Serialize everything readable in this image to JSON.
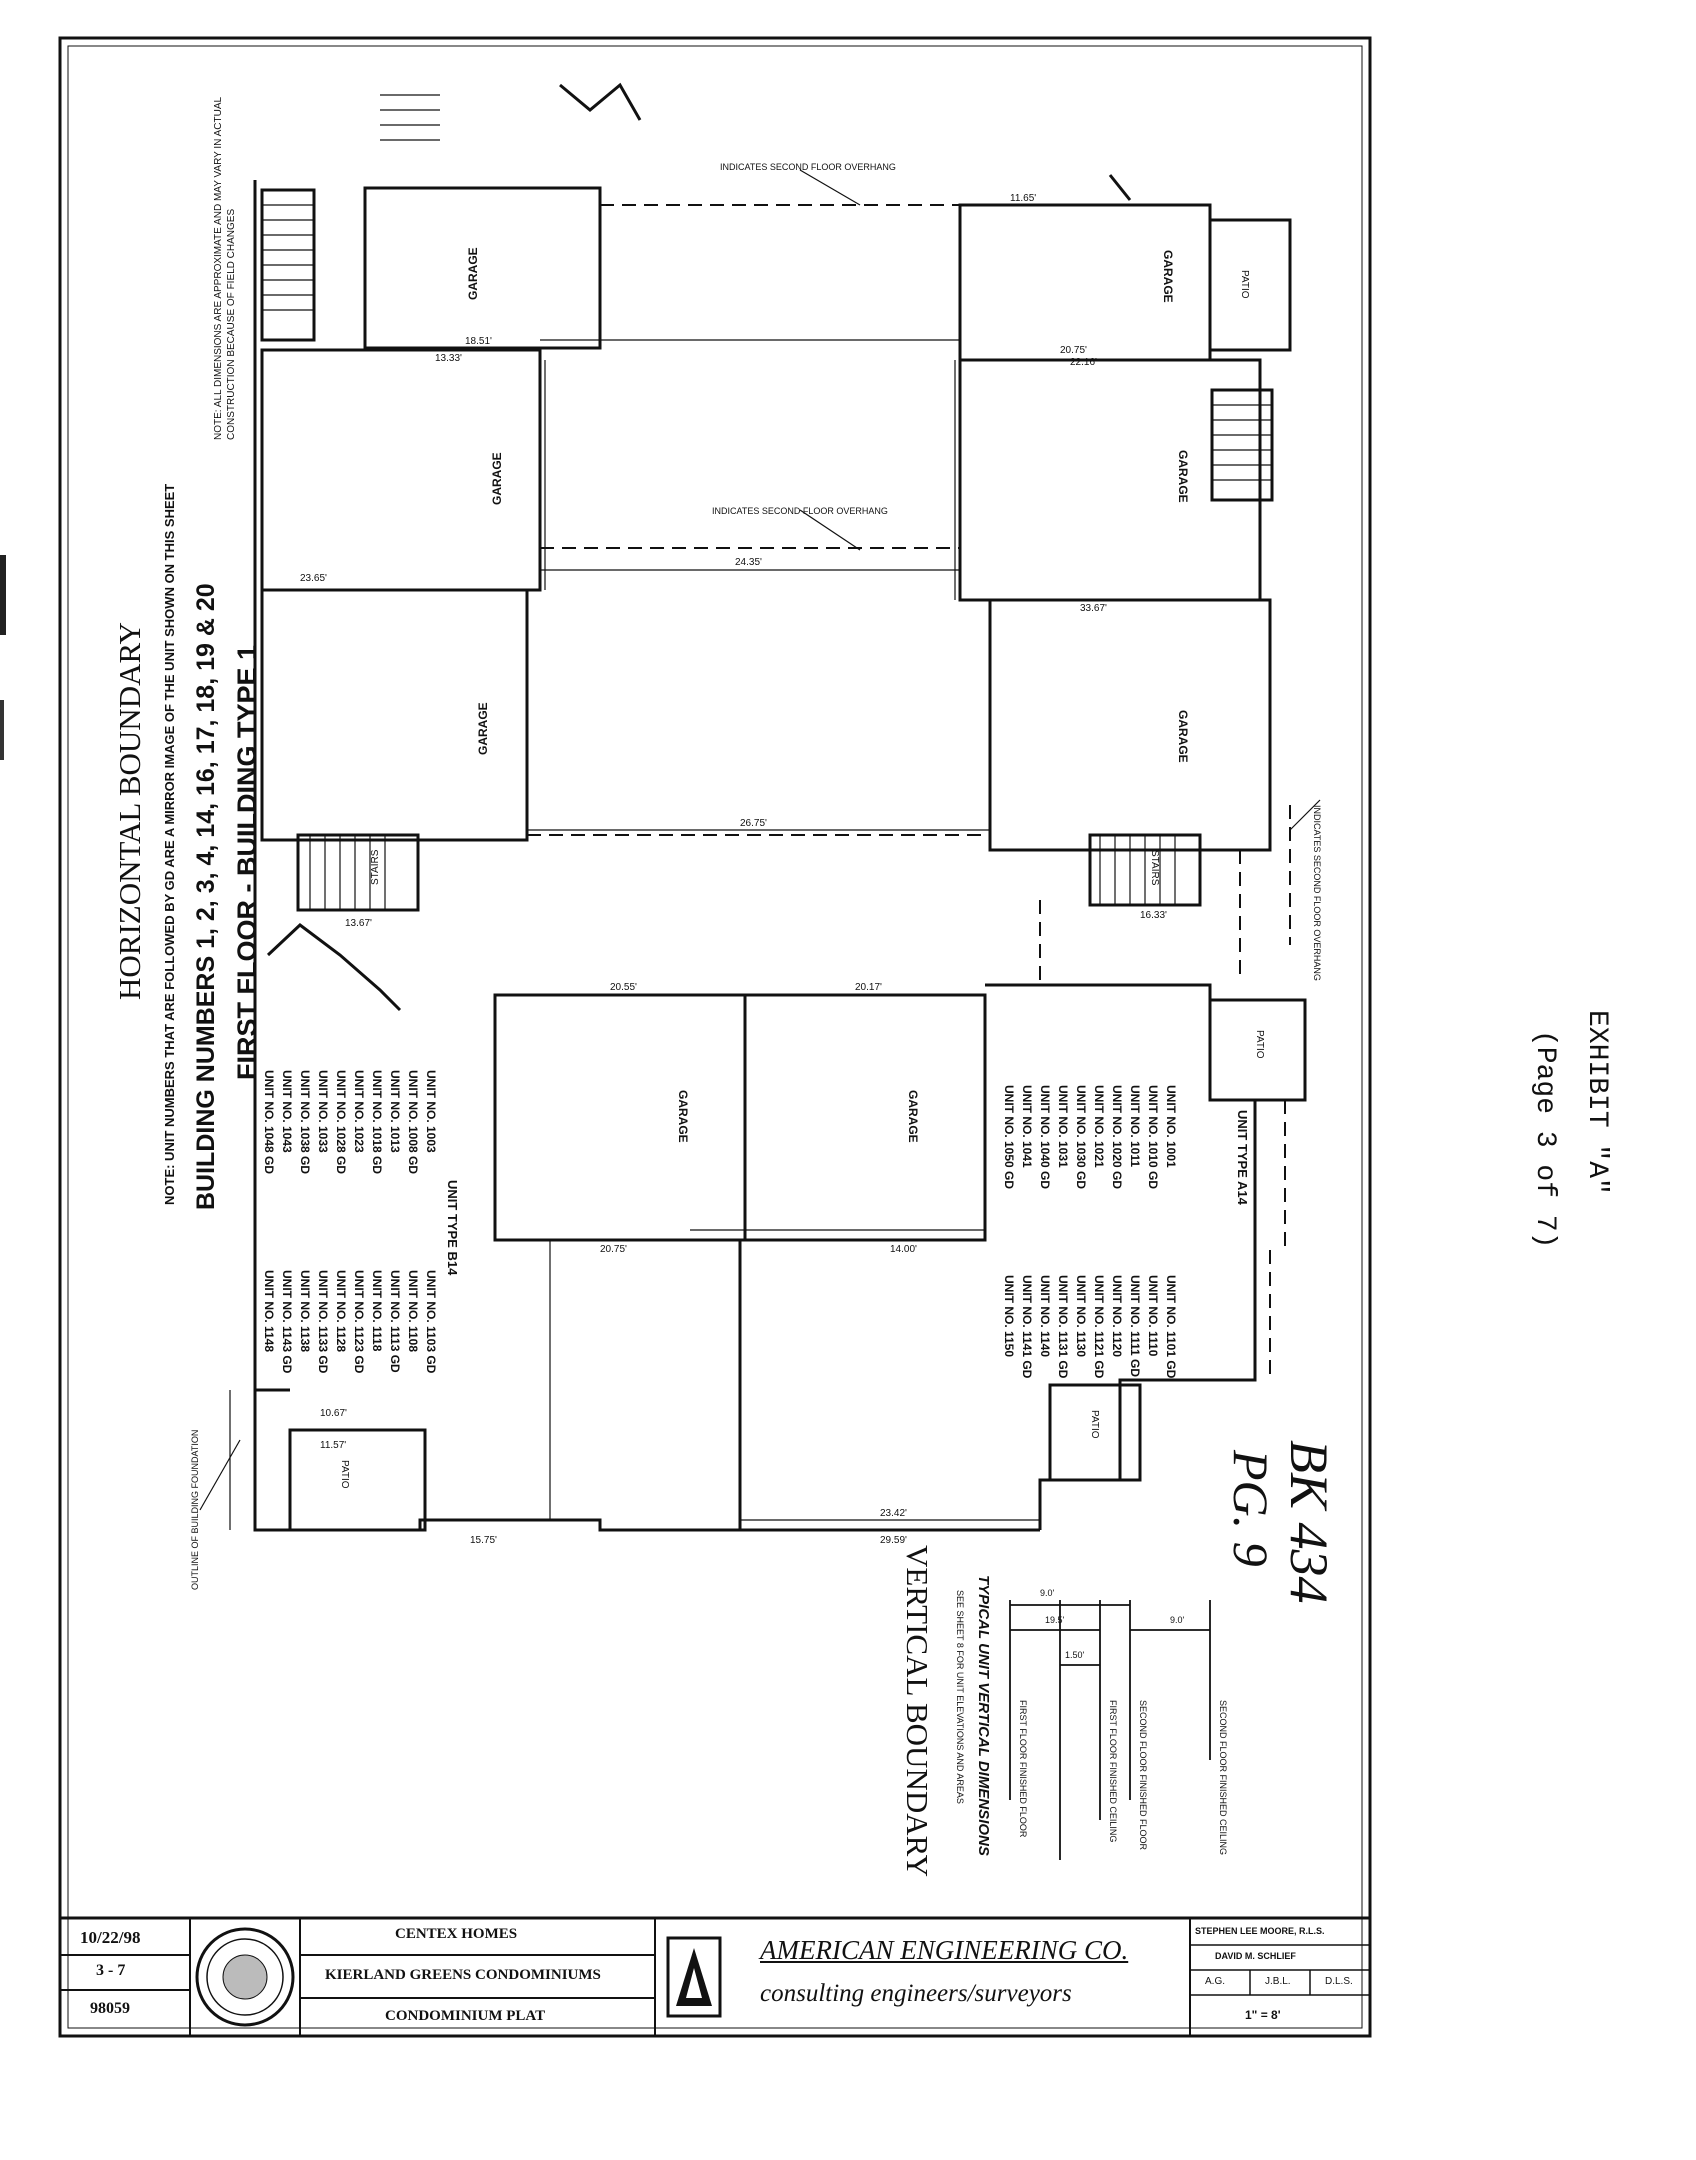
{
  "exhibit": {
    "title": "EXHIBIT \"A\"",
    "page": "(Page 3 of 7)"
  },
  "handwritten": {
    "book": "BK 434",
    "page": "PG. 9"
  },
  "plan": {
    "title": "FIRST FLOOR - BUILDING TYPE 1",
    "buildings": "BUILDING NUMBERS 1, 2, 3, 4, 14, 16, 17, 18, 19 & 20",
    "note": "NOTE: UNIT NUMBERS THAT ARE FOLLOWED BY GD ARE A MIRROR IMAGE OF THE UNIT SHOWN ON THIS SHEET",
    "horizontal": "HORIZONTAL BOUNDARY",
    "top_note": "NOTE: ALL DIMENSIONS ARE APPROXIMATE AND MAY VARY IN ACTUAL CONSTRUCTION BECAUSE OF FIELD CHANGES",
    "overhang_1": "INDICATES SECOND FLOOR OVERHANG",
    "overhang_2": "INDICATES SECOND FLOOR OVERHANG",
    "overhang_3": "INDICATES SECOND FLOOR OVERHANG",
    "patio": "PATIO",
    "garage": "GARAGE",
    "stairs": "STAIRS",
    "outline_note": "OUTLINE OF BUILDING FOUNDATION",
    "unit_a14": {
      "label": "UNIT TYPE A14",
      "left": [
        "UNIT NO. 1001",
        "UNIT NO. 1010 GD",
        "UNIT NO. 1011",
        "UNIT NO. 1020 GD",
        "UNIT NO. 1021",
        "UNIT NO. 1030 GD",
        "UNIT NO. 1031",
        "UNIT NO. 1040 GD",
        "UNIT NO. 1041",
        "UNIT NO. 1050 GD"
      ],
      "right": [
        "UNIT NO. 1101 GD",
        "UNIT NO. 1110",
        "UNIT NO. 1111 GD",
        "UNIT NO. 1120",
        "UNIT NO. 1121 GD",
        "UNIT NO. 1130",
        "UNIT NO. 1131 GD",
        "UNIT NO. 1140",
        "UNIT NO. 1141 GD",
        "UNIT NO. 1150"
      ]
    },
    "unit_b14": {
      "label": "UNIT TYPE B14",
      "left": [
        "UNIT NO. 1003",
        "UNIT NO. 1008 GD",
        "UNIT NO. 1013",
        "UNIT NO. 1018 GD",
        "UNIT NO. 1023",
        "UNIT NO. 1028 GD",
        "UNIT NO. 1033",
        "UNIT NO. 1038 GD",
        "UNIT NO. 1043",
        "UNIT NO. 1048 GD"
      ],
      "right": [
        "UNIT NO. 1103 GD",
        "UNIT NO. 1108",
        "UNIT NO. 1113 GD",
        "UNIT NO. 1118",
        "UNIT NO. 1123 GD",
        "UNIT NO. 1128",
        "UNIT NO. 1133 GD",
        "UNIT NO. 1138",
        "UNIT NO. 1143 GD",
        "UNIT NO. 1148"
      ]
    },
    "dims": [
      "11.65'",
      "23.65'",
      "24.35'",
      "26.75'",
      "22.16'",
      "33.67'",
      "20.75'",
      "18.51'",
      "13.33'",
      "20.55'",
      "20.17'",
      "20.75'",
      "14.00'",
      "23.42'",
      "29.59'",
      "10.67'",
      "11.57'",
      "15.75'",
      "16.33'",
      "13.67'"
    ]
  },
  "vertical": {
    "title": "VERTICAL BOUNDARY",
    "subtitle": "TYPICAL UNIT VERTICAL DIMENSIONS",
    "note": "SEE SHEET 8 FOR UNIT ELEVATIONS AND AREAS",
    "labels": [
      "SECOND FLOOR FINISHED CEILING",
      "SECOND FLOOR FINISHED FLOOR",
      "FIRST FLOOR FINISHED CEILING",
      "FIRST FLOOR FINISHED FLOOR"
    ],
    "dims": [
      "9.0'",
      "9.0'",
      "19.5'",
      "1.50'"
    ]
  },
  "title_block": {
    "client": "CENTEX HOMES",
    "project": "KIERLAND GREENS CONDOMINIUMS",
    "doc": "CONDOMINIUM PLAT",
    "date": "10/22/98",
    "sheet": "3 - 7",
    "job": "98059",
    "company": "AMERICAN ENGINEERING CO.",
    "tagline": "consulting engineers/surveyors",
    "surveyor": "STEPHEN LEE MOORE, R.L.S.",
    "reviewer": "DAVID M. SCHLIEF",
    "initials": [
      "A.G.",
      "J.B.L.",
      "D.L.S."
    ],
    "scale": "1\" = 8'"
  },
  "colors": {
    "ink": "#111111",
    "paper": "#ffffff"
  }
}
